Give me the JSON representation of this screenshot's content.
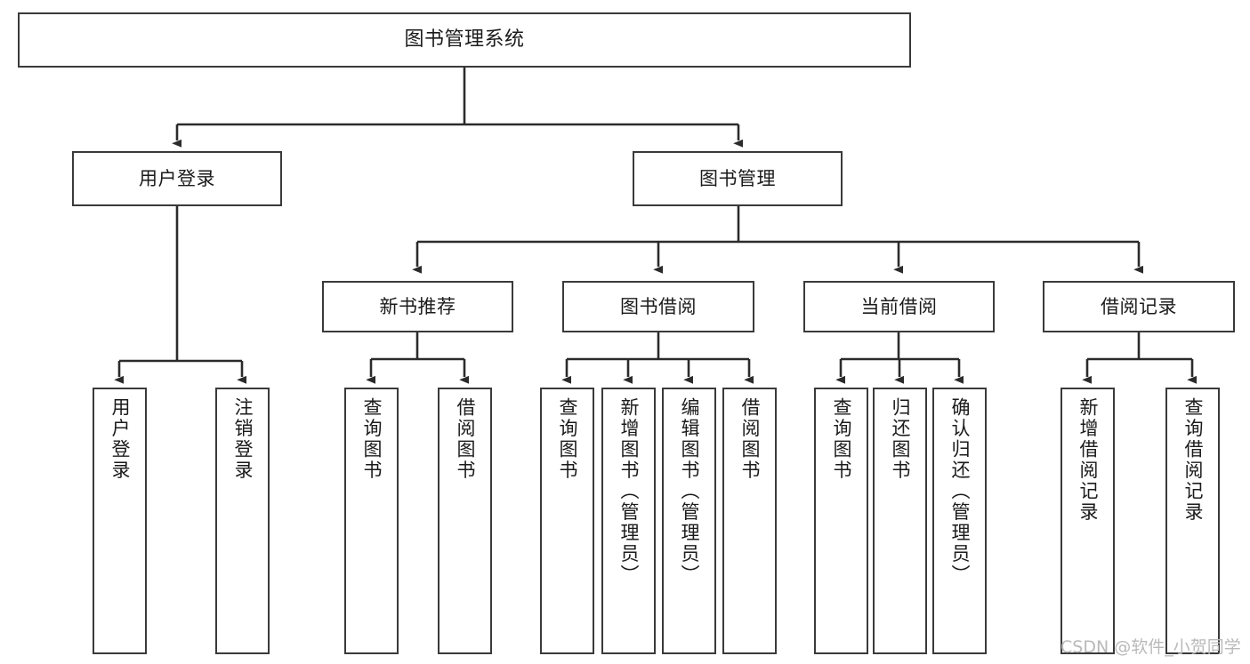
{
  "diagram": {
    "title": "图书管理系统",
    "watermark": "CSDN @软件_小贺同学",
    "colors": {
      "box_border": "#3a3a3a",
      "box_fill": "#ffffff",
      "edge": "#2b2b2b",
      "text": "#1b1b1b",
      "watermark": "#b9b9b9",
      "background": "#ffffff"
    },
    "nodes": {
      "root": {
        "label": "图书管理系统"
      },
      "level2": [
        {
          "label": "用户登录"
        },
        {
          "label": "图书管理"
        }
      ],
      "level3": [
        {
          "label": "新书推荐"
        },
        {
          "label": "图书借阅"
        },
        {
          "label": "当前借阅"
        },
        {
          "label": "借阅记录"
        }
      ],
      "leaves": {
        "user_login": [
          {
            "label": "用户登录"
          },
          {
            "label": "注销登录"
          }
        ],
        "new_book_recommend": [
          {
            "label": "查询图书"
          },
          {
            "label": "借阅图书"
          }
        ],
        "book_borrow": [
          {
            "label": "查询图书"
          },
          {
            "label": "新增图书（管理员）"
          },
          {
            "label": "编辑图书（管理员）"
          },
          {
            "label": "借阅图书"
          }
        ],
        "current_borrow": [
          {
            "label": "查询图书"
          },
          {
            "label": "归还图书"
          },
          {
            "label": "确认归还（管理员）"
          }
        ],
        "borrow_record": [
          {
            "label": "新增借阅记录"
          },
          {
            "label": "查询借阅记录"
          }
        ]
      }
    }
  }
}
